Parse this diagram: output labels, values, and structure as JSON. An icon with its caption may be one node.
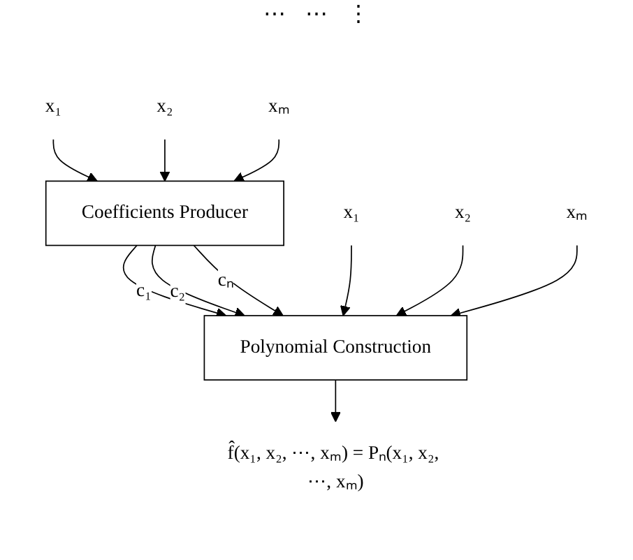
{
  "diagram": {
    "nodes": [
      {
        "text": [
          "x₁"
        ]
      },
      {
        "text": [
          "x₂"
        ]
      },
      {
        "text": [
          "xₘ"
        ]
      },
      {
        "text": [
          "Coefficients Producer"
        ]
      },
      {
        "text": [
          "Polynomial Construction"
        ]
      },
      {
        "text": [
          "x₁"
        ]
      },
      {
        "text": [
          "x₂"
        ]
      },
      {
        "text": [
          "xₘ"
        ]
      },
      {
        "text": [
          "f̂(x₁, x₂, ⋯, xₘ) = Pₙ(x₁, x₂, ⋯, xₘ)"
        ]
      }
    ],
    "edges": [
      {
        "from": 0,
        "to": 3,
        "arrow": "to"
      },
      {
        "from": 1,
        "to": 3,
        "arrow": "to"
      },
      {
        "from": 2,
        "to": 3,
        "arrow": "to"
      },
      {
        "from": 3,
        "to": 4,
        "arrow": "to",
        "label": "c₁"
      },
      {
        "from": 3,
        "to": 4,
        "arrow": "to",
        "label": "c₂"
      },
      {
        "from": 3,
        "to": 4,
        "arrow": "to",
        "label": "cₙ"
      },
      {
        "from": 5,
        "to": 4,
        "arrow": "to"
      },
      {
        "from": 6,
        "to": 4,
        "arrow": "to"
      },
      {
        "from": 7,
        "to": 4,
        "arrow": "to"
      },
      {
        "from": 4,
        "to": 8,
        "arrow": "to"
      }
    ],
    "labels": [
      "⋯",
      "⋯",
      "⋮"
    ]
  }
}
